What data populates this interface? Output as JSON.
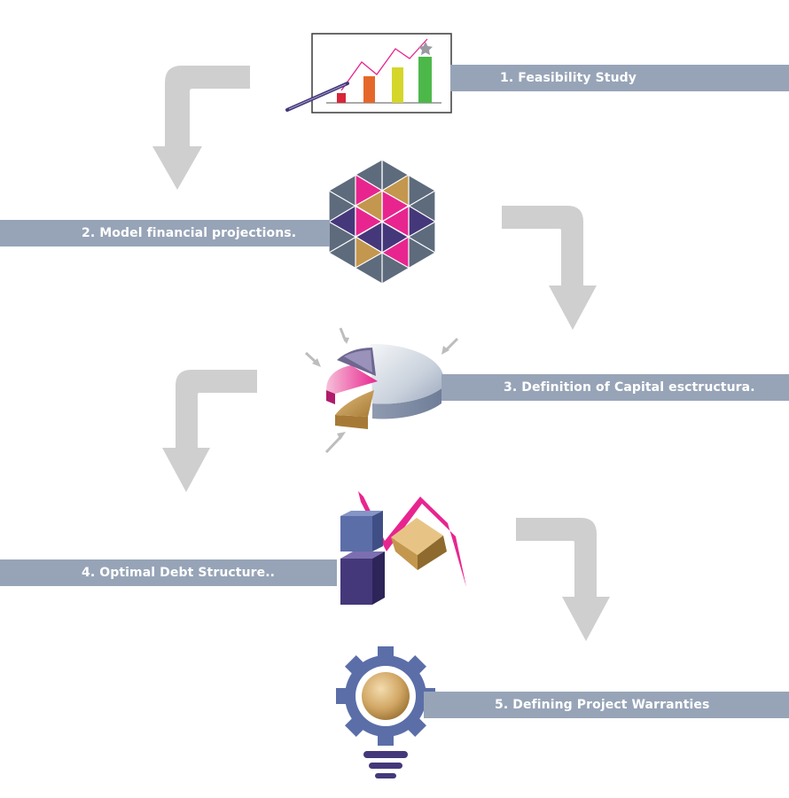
{
  "colors": {
    "banner": "#97a4b7",
    "arrow": "#cfcfcf",
    "magenta": "#e8258f",
    "gold": "#c4974e",
    "purple": "#45387a",
    "slate": "#5d6b7c",
    "blue": "#5b6ea8"
  },
  "steps": [
    {
      "label": "1. Feasibility Study",
      "icon": "bar-chart-board-icon"
    },
    {
      "label": "2. Model financial projections.",
      "icon": "hexagon-mosaic-icon"
    },
    {
      "label": "3. Definition of Capital esctructura.",
      "icon": "pie-chart-icon"
    },
    {
      "label": "4. Optimal Debt Structure..",
      "icon": "stacked-cubes-icon"
    },
    {
      "label": "5. Defining Project Warranties",
      "icon": "gear-lightbulb-icon"
    }
  ]
}
